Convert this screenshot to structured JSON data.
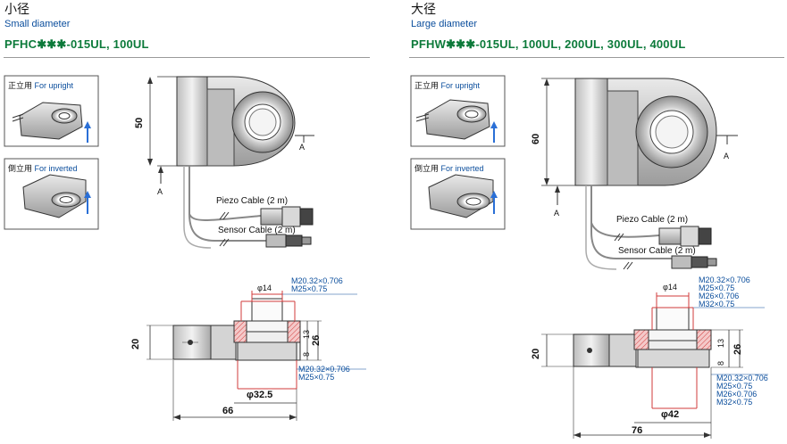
{
  "left": {
    "title_jp": "小径",
    "subtitle_en": "Small diameter",
    "model": "PFHC✱✱✱-015UL, 100UL",
    "upright_jp": "正立用",
    "upright_en": "For upright",
    "inverted_jp": "倒立用",
    "inverted_en": "For inverted",
    "height_dim": "50",
    "section_a": "A",
    "piezo_cable": "Piezo Cable (2 m)",
    "sensor_cable": "Sensor Cable (2 m)",
    "hole_dia": "φ14",
    "thread_top": [
      "M20.32×0.706",
      "M25×0.75"
    ],
    "thread_bottom": [
      "M20.32×0.706",
      "M25×0.75"
    ],
    "dim_20": "20",
    "dim_13": "13",
    "dim_26": "26",
    "dim_8": "8",
    "dim_dia_bottom": "φ32.5",
    "dim_width": "66"
  },
  "right": {
    "title_jp": "大径",
    "subtitle_en": "Large diameter",
    "model": "PFHW✱✱✱-015UL, 100UL, 200UL, 300UL, 400UL",
    "upright_jp": "正立用",
    "upright_en": "For upright",
    "inverted_jp": "倒立用",
    "inverted_en": "For inverted",
    "height_dim": "60",
    "section_a": "A",
    "piezo_cable": "Piezo Cable (2 m)",
    "sensor_cable": "Sensor Cable (2 m)",
    "hole_dia": "φ14",
    "thread_top": [
      "M20.32×0.706",
      "M25×0.75",
      "M26×0.706",
      "M32×0.75"
    ],
    "thread_bottom": [
      "M20.32×0.706",
      "M25×0.75",
      "M26×0.706",
      "M32×0.75"
    ],
    "dim_20": "20",
    "dim_13": "13",
    "dim_26": "26",
    "dim_8": "8",
    "dim_dia_bottom": "φ42",
    "dim_width": "76"
  }
}
